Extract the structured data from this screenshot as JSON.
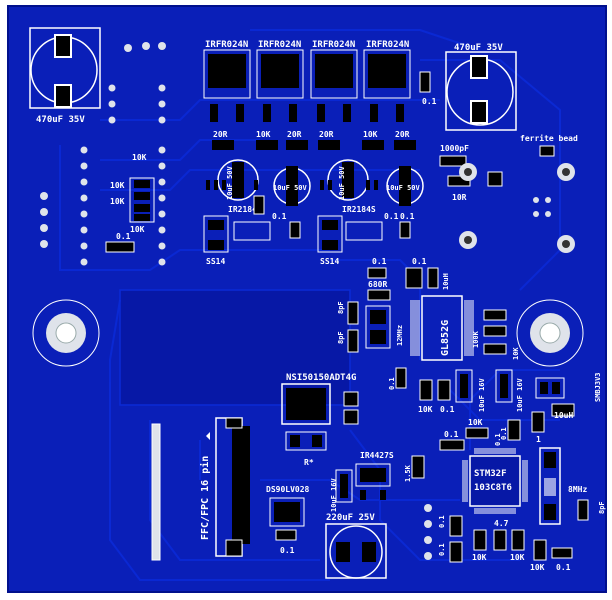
{
  "colors": {
    "board": "#0a1fb8",
    "board_edge": "#00108c",
    "trace": "#0b2ad6",
    "copper_fill": "#0718a6",
    "silkscreen": "#ffffff",
    "pad": "#dfe3ea",
    "ic_body": "#000000",
    "background": "#ffffff"
  },
  "labels": {
    "mosfet1": "IRFR024N",
    "mosfet2": "IRFR024N",
    "mosfet3": "IRFR024N",
    "mosfet4": "IRFR024N",
    "cap_left": "470uF 35V",
    "cap_right": "470uF 35V",
    "r20r_1": "20R",
    "r10k_1": "10K",
    "r20r_2": "20R",
    "r20r_3": "20R",
    "r10k_2": "10K",
    "r20r_4": "20R",
    "c01_top": "0.1",
    "c1000pf": "1000pF",
    "r10r": "10R",
    "ferrite": "ferrite bead",
    "r10k_a": "10K",
    "r10k_b": "10K",
    "r10k_c": "10K",
    "r10k_d": "10K",
    "c01_left": "0.1",
    "cap10uf_1": "10uF 50V",
    "cap10uf_2": "10uF 50V",
    "cap10uf_3": "10uF 50V",
    "cap10uf_4": "10uF 50V",
    "ir2184s_1": "IR2184S",
    "ir2184s_2": "IR2184S",
    "c01_d1": "0.1",
    "c01_d2": "0.1",
    "c01_d3": "0.1",
    "ss14_1": "SS14",
    "ss14_2": "SS14",
    "c01_mid1": "0.1",
    "c01_mid2": "0.1",
    "r680": "680R",
    "ind10uh_1": "10uH",
    "c8pf_1": "8pF",
    "c8pf_2": "8pF",
    "xtal12": "12MHz",
    "gl852g": "GL852G",
    "r100k": "100K",
    "r10k_e": "10K",
    "smbj": "SMBJ3V3",
    "c10uf16_1": "10uF 16V",
    "c10uf16_2": "10uF 16V",
    "r10k_f": "10K",
    "c01_e": "0.1",
    "c01_f": "0.1",
    "nsi": "NSI50150ADT4G",
    "rstar": "R*",
    "ind10uh_2": "10uH",
    "r10k_g": "10K",
    "c01_g": "0.1",
    "c1_small": "1",
    "c01_h": "0.1",
    "ffc": "FFC/FPC 16 pin",
    "ir4427": "IR4427S",
    "ds90": "DS90LV028",
    "c10uf16_3": "10uF 16V",
    "r15k": "1.5K",
    "stm_line1": "STM32F",
    "stm_line2": "103C8T6",
    "xtal8": "8MHz",
    "c8pf_3": "8pF",
    "cap220": "220uF 25V",
    "c01_i": "0.1",
    "c01_j": "0.1",
    "c01_k": "0.1",
    "c01_l": "0.1",
    "r47": "4.7",
    "r10k_h": "10K",
    "r10k_i": "10K",
    "r10k_j": "10K",
    "c01_m": "0.1"
  }
}
